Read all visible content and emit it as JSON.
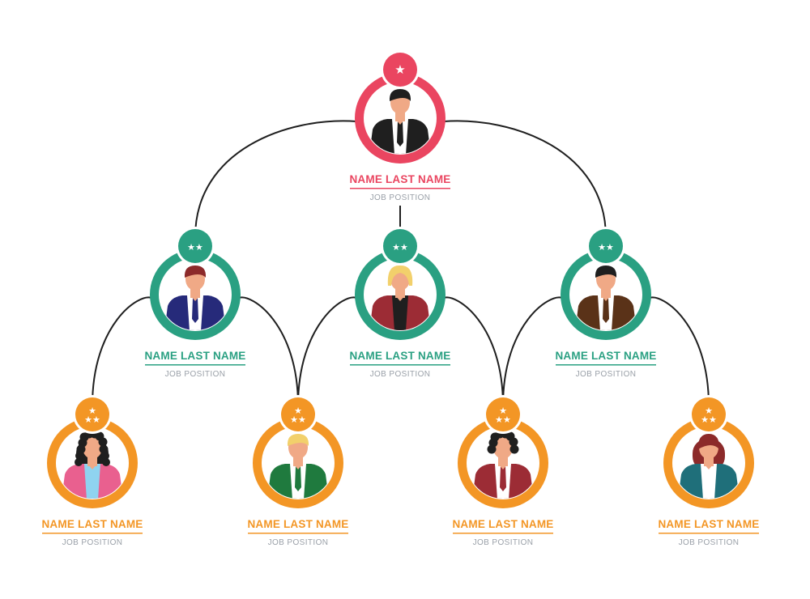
{
  "colors": {
    "top": "#ea4560",
    "middle": "#2aa082",
    "bottom": "#f39625",
    "line": "#1f1f1f",
    "position_text": "#9aa0a8"
  },
  "nodes": [
    {
      "id": "ceo",
      "level": "top",
      "stars": 1,
      "name": "NAME LAST NAME",
      "position": "JOB POSITION",
      "avatar": {
        "skin": "#f0a986",
        "hair": "#1f1f1f",
        "hair_style": "short",
        "jacket": "#1f1f1f",
        "shirt": "#ffffff",
        "tie": "#1f1f1f"
      }
    },
    {
      "id": "manager-left",
      "level": "middle",
      "stars": 2,
      "name": "NAME LAST NAME",
      "position": "JOB POSITION",
      "avatar": {
        "skin": "#f0a986",
        "hair": "#8c2a2a",
        "hair_style": "short",
        "jacket": "#262a7a",
        "shirt": "#ffffff",
        "tie": "#262a7a"
      }
    },
    {
      "id": "manager-center",
      "level": "middle",
      "stars": 2,
      "name": "NAME LAST NAME",
      "position": "JOB POSITION",
      "avatar": {
        "skin": "#f0a986",
        "hair": "#f2d06b",
        "hair_style": "bob",
        "jacket": "#9c2c35",
        "shirt": "#1f1f1f",
        "tie": ""
      }
    },
    {
      "id": "manager-right",
      "level": "middle",
      "stars": 2,
      "name": "NAME LAST NAME",
      "position": "JOB POSITION",
      "avatar": {
        "skin": "#f0a986",
        "hair": "#1f1f1f",
        "hair_style": "short",
        "jacket": "#5a3218",
        "shirt": "#ffffff",
        "tie": "#5a3218"
      }
    },
    {
      "id": "staff-1",
      "level": "bottom",
      "stars": 3,
      "name": "NAME LAST NAME",
      "position": "JOB POSITION",
      "avatar": {
        "skin": "#f0a986",
        "hair": "#1f1f1f",
        "hair_style": "curly-long",
        "jacket": "#e9608f",
        "shirt": "#8fd3f0",
        "tie": ""
      }
    },
    {
      "id": "staff-2",
      "level": "bottom",
      "stars": 3,
      "name": "NAME LAST NAME",
      "position": "JOB POSITION",
      "avatar": {
        "skin": "#f0a986",
        "hair": "#f2d06b",
        "hair_style": "short",
        "jacket": "#1f7a3e",
        "shirt": "#ffffff",
        "tie": "#1f7a3e"
      }
    },
    {
      "id": "staff-3",
      "level": "bottom",
      "stars": 3,
      "name": "NAME LAST NAME",
      "position": "JOB POSITION",
      "avatar": {
        "skin": "#f0a986",
        "hair": "#1f1f1f",
        "hair_style": "curly",
        "jacket": "#9c2c35",
        "shirt": "#ffffff",
        "tie": "#9c2c35"
      }
    },
    {
      "id": "staff-4",
      "level": "bottom",
      "stars": 3,
      "name": "NAME LAST NAME",
      "position": "JOB POSITION",
      "avatar": {
        "skin": "#f0a986",
        "hair": "#8c2a2a",
        "hair_style": "long",
        "jacket": "#1f6f7a",
        "shirt": "#ffffff",
        "tie": ""
      }
    }
  ],
  "edges": [
    [
      "ceo",
      "manager-left"
    ],
    [
      "ceo",
      "manager-center"
    ],
    [
      "ceo",
      "manager-right"
    ],
    [
      "manager-left",
      "staff-1"
    ],
    [
      "manager-left",
      "staff-2"
    ],
    [
      "manager-center",
      "staff-2"
    ],
    [
      "manager-center",
      "staff-3"
    ],
    [
      "manager-right",
      "staff-3"
    ],
    [
      "manager-right",
      "staff-4"
    ]
  ]
}
